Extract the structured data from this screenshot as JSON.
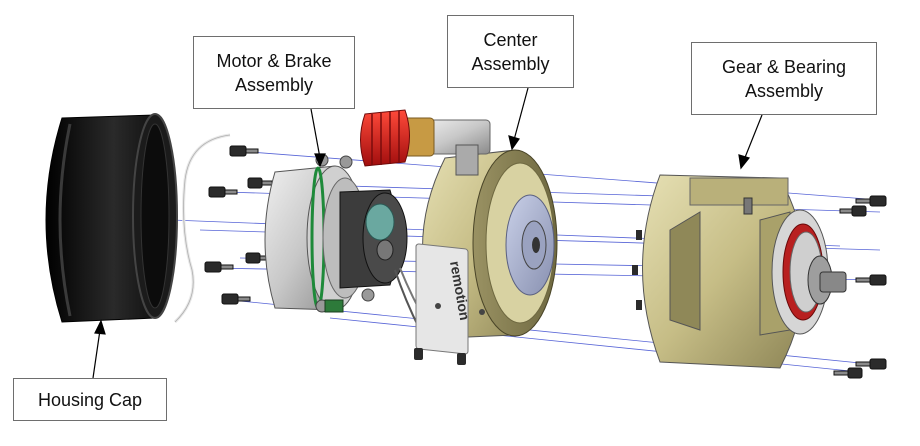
{
  "labels": {
    "motor_brake": "Motor & Brake\nAssembly",
    "center": "Center\nAssembly",
    "gear_bearing": "Gear & Bearing\nAssembly",
    "housing_cap": "Housing Cap"
  },
  "brand_text": "remotion",
  "colors": {
    "housing_black": "#151515",
    "olive_metal": "#c9c08a",
    "silver_metal": "#c8c8c8",
    "connector_red": "#d01818",
    "brass": "#b58a3a",
    "axis_line": "#3a4ad0",
    "label_border": "#6e6e6e"
  }
}
